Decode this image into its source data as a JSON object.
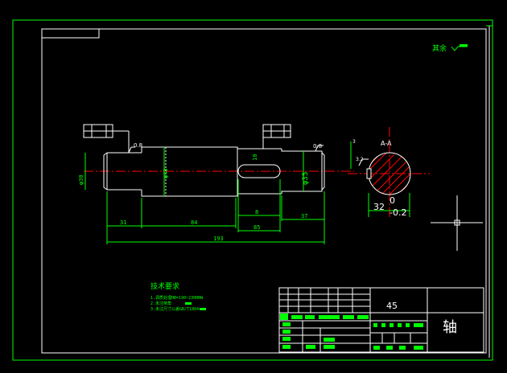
{
  "drawing": {
    "roughness_note": "其余",
    "section_label": "A-A",
    "material": "45",
    "part_name": "轴",
    "tech_req_title": "技术要求",
    "tech_req_lines": [
      "1.调质处理HB=190~230HBW",
      "2.未注倒角",
      "3.未注尺寸公差GB/T1804-"
    ],
    "dims": {
      "len_31": "31",
      "len_84": "84",
      "len_193": "193",
      "len_85": "85",
      "len_37": "37",
      "len_8": "8",
      "dia_left": "φ30",
      "dia_mid": "φ43",
      "dia_right": "φ35",
      "keyway_w": "10",
      "sec_dim": "32",
      "sec_tol_upper": "0",
      "sec_tol_lower": "-0.2",
      "sec_3": "3",
      "rough_left": "0.8",
      "rough_right": "0.8",
      "rough_sec": "3.2"
    },
    "colors": {
      "outline": "#ffffff",
      "dimension": "#00ff00",
      "centerline": "#ff0000",
      "hatch": "#ff0000",
      "border": "#00ff00"
    }
  }
}
